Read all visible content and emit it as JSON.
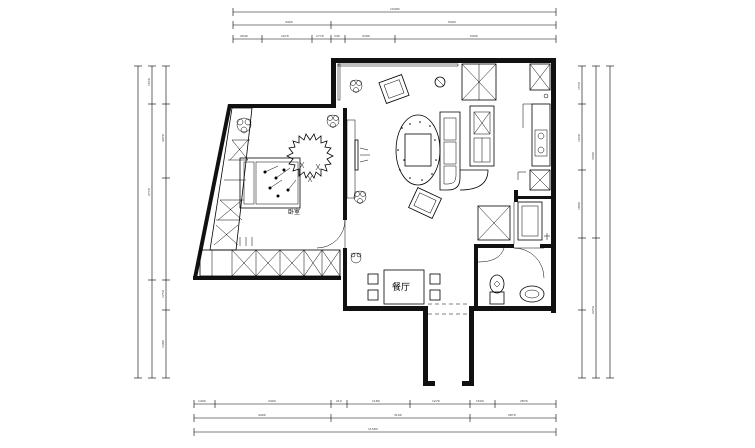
{
  "rooms": {
    "dining_label": "餐厅",
    "bedroom_label": "卧室"
  },
  "dimensions": {
    "top_overall": "10400",
    "top_mid": [
      "4400",
      "5900"
    ],
    "top_small": [
      "2640",
      "1670",
      "1770",
      "240",
      "2390",
      "5900"
    ],
    "bottom_small": [
      "1400",
      "2400",
      "210",
      "1180",
      "1270",
      "1500",
      "2870"
    ],
    "bottom_mid": [
      "4400",
      "3100",
      "2870"
    ],
    "bottom_overall": "11500",
    "left": [
      "1650",
      "2770",
      "4070",
      "1750",
      "1480"
    ],
    "right": [
      "1550",
      "1630",
      "1800",
      "3400",
      "2250"
    ]
  }
}
